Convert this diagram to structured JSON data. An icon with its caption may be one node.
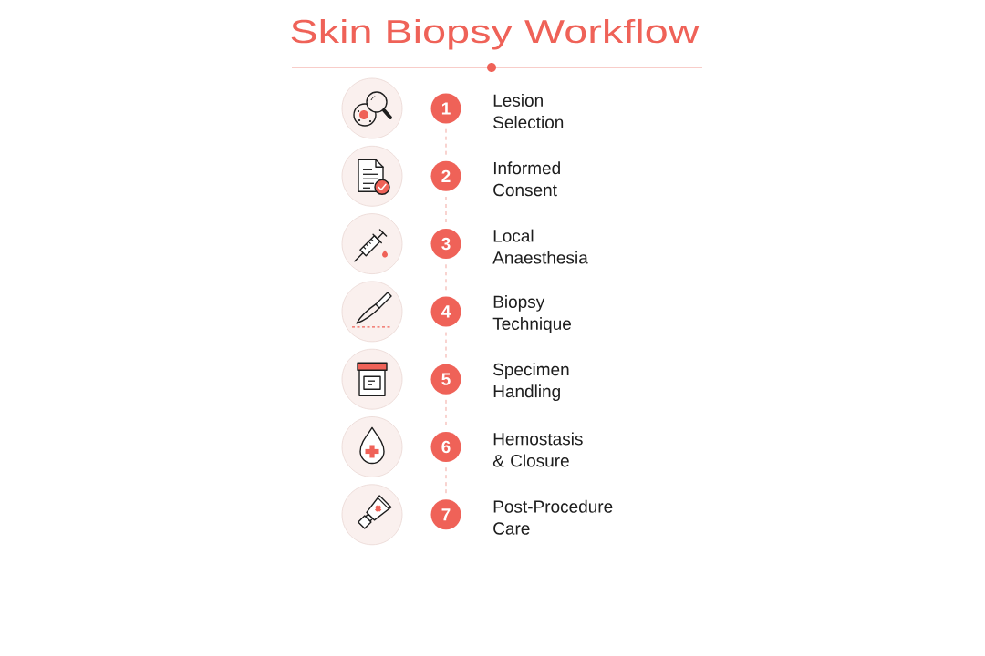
{
  "diagram": {
    "title": "Skin Biopsy Workflow",
    "nodes": [
      {
        "text": [
          "1"
        ],
        "beside": [
          "Lesion Selection"
        ]
      },
      {
        "text": [
          "2"
        ],
        "beside": [
          "Informed Consent"
        ]
      },
      {
        "text": [
          "3"
        ],
        "beside": [
          "Local Anaesthesia"
        ]
      },
      {
        "text": [
          "4"
        ],
        "beside": [
          "Biopsy Technique"
        ]
      },
      {
        "text": [
          "5"
        ],
        "beside": [
          "Specimen Handling"
        ]
      },
      {
        "text": [
          "6"
        ],
        "beside": [
          "Hemostasis & Closure"
        ]
      },
      {
        "text": [
          "7"
        ],
        "beside": [
          "Post-Procedure Care"
        ]
      }
    ],
    "edges": [
      {
        "from": 0,
        "to": 1,
        "arrow": "none",
        "style": "dashed"
      },
      {
        "from": 1,
        "to": 2,
        "arrow": "none",
        "style": "dashed"
      },
      {
        "from": 2,
        "to": 3,
        "arrow": "none",
        "style": "dashed"
      },
      {
        "from": 3,
        "to": 4,
        "arrow": "none",
        "style": "dashed"
      },
      {
        "from": 4,
        "to": 5,
        "arrow": "none",
        "style": "dashed"
      },
      {
        "from": 5,
        "to": 6,
        "arrow": "none",
        "style": "dashed"
      }
    ]
  }
}
